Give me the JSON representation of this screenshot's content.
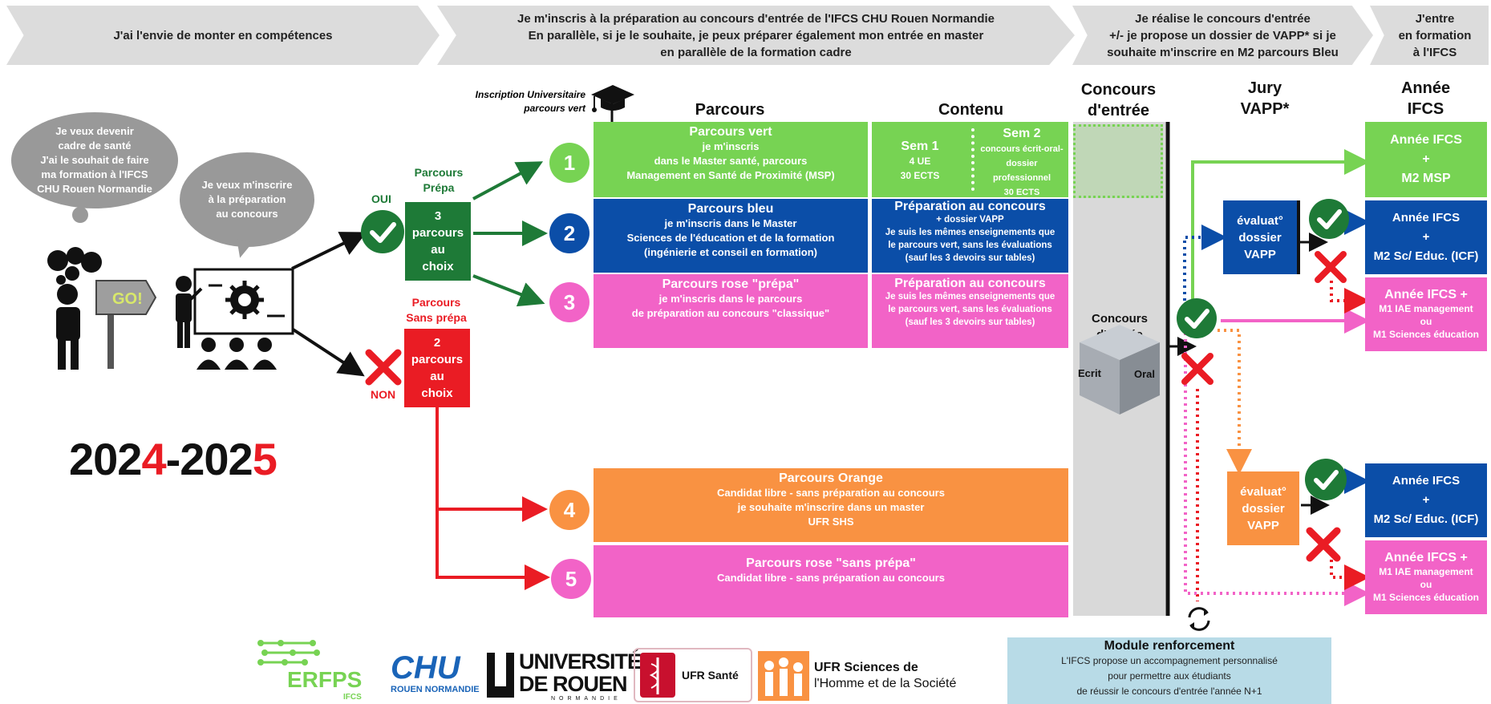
{
  "colors": {
    "green": "#77d353",
    "blue": "#0b4ea8",
    "pink": "#f263c7",
    "orange": "#f99242",
    "red": "#ea1c24",
    "darkgreen": "#1e7a37",
    "grey": "#dcdcdc"
  },
  "steps": [
    {
      "text": "J'ai l'envie de monter en compétences"
    },
    {
      "text": "Je m'inscris à la préparation au concours d'entrée de l'IFCS CHU Rouen Normandie\nEn parallèle, si je le souhaite, je peux préparer également mon entrée en master\nen parallèle de la formation  cadre"
    },
    {
      "text": "Je réalise le concours d'entrée\n+/- je propose un dossier de VAPP* si je\nsouhaite m'inscrire en M2 parcours Bleu"
    },
    {
      "text": "J'entre\nen formation\nà l'IFCS"
    }
  ],
  "bubbles": {
    "b1": "Je veux devenir\ncadre de santé\nJ'ai le souhait de faire\nma formation à l'IFCS\nCHU Rouen Normandie",
    "b2": "Je veux m'inscrire\nà la préparation\nau concours"
  },
  "year": {
    "p1": "202",
    "p2": "4",
    "p3": "-202",
    "p4": "5"
  },
  "sign_text": "GO!",
  "oui_label": "OUI",
  "non_label": "NON",
  "prepa_title": "Parcours\nPrépa",
  "prepa_box": "3\nparcours\nau\nchoix",
  "sansprepa_title": "Parcours\nSans prépa",
  "sansprepa_box": "2\nparcours\nau\nchoix",
  "inscription_label": "Inscription Universitaire\nparcours vert",
  "headers": {
    "parcours": "Parcours",
    "contenu": "Contenu",
    "concours": "Concours\nd'entrée",
    "jury": "Jury\nVAPP*",
    "annee": "Année\nIFCS"
  },
  "nums": [
    "1",
    "2",
    "3",
    "4",
    "5"
  ],
  "parcours": [
    {
      "title": "Parcours vert",
      "body": "je m'inscris\ndans le Master santé, parcours\nManagement en Santé de Proximité (MSP)"
    },
    {
      "title": "Parcours bleu",
      "body": "je m'inscris dans le Master\nSciences de l'éducation et de la formation\n(ingénierie et conseil en formation)"
    },
    {
      "title": "Parcours rose \"prépa\"",
      "body": "je m'inscris dans le parcours\nde préparation au concours \"classique\""
    },
    {
      "title": "Parcours Orange",
      "body": "Candidat libre - sans préparation au concours\nje souhaite m'inscrire dans un master\nUFR SHS"
    },
    {
      "title": "Parcours rose \"sans prépa\"",
      "body": "Candidat libre - sans préparation au concours"
    }
  ],
  "contenu": {
    "sem1_title": "Sem 1",
    "sem1_body": "4 UE\n30 ECTS",
    "sem2_title": "Sem 2",
    "sem2_body": "concours écrit-oral-dossier\nprofessionnel\n30 ECTS",
    "blue_title": "Préparation au concours",
    "blue_sub": "+ dossier VAPP",
    "blue_body": "Je suis les mêmes enseignements que\nle parcours vert, sans les évaluations\n(sauf les 3 devoirs sur tables)",
    "pink_title": "Préparation au concours",
    "pink_body": "Je suis les mêmes enseignements que\nle parcours vert, sans les évaluations\n(sauf les 3 devoirs sur tables)"
  },
  "cube": {
    "title": "Concours\nd'entrée",
    "left": "Ecrit",
    "right": "Oral"
  },
  "vapp": "évaluat°\ndossier\nVAPP",
  "results": {
    "r1": "Année IFCS\n+\nM2 MSP",
    "r2": "Année IFCS\n+\nM2 Sc/ Educ. (ICF)",
    "r3_title": "Année IFCS +",
    "r3_body": "M1 IAE management\nou\nM1 Sciences éducation",
    "r4": "Année IFCS\n+\nM2 Sc/ Educ. (ICF)",
    "r5_title": "Année IFCS +",
    "r5_body": "M1 IAE management\nou\nM1 Sciences éducation"
  },
  "module": {
    "title": "Module renforcement",
    "body": "L'IFCS propose un accompagnement personnalisé\npour permettre aux étudiants\nde réussir  le concours d'entrée l'année N+1"
  },
  "logos": {
    "erfps": "ERFPS",
    "erfps_sub": "IFCS",
    "chu": "CHU",
    "chu_sub": "ROUEN NORMANDIE",
    "univ_1": "UNIVERSITÉ",
    "univ_2": "DE ROUEN",
    "univ_sub": "NORMANDIE",
    "ufrsante": "UFR Santé",
    "ufrshs_1": "UFR Sciences de",
    "ufrshs_2": "l'Homme et de la Société"
  }
}
